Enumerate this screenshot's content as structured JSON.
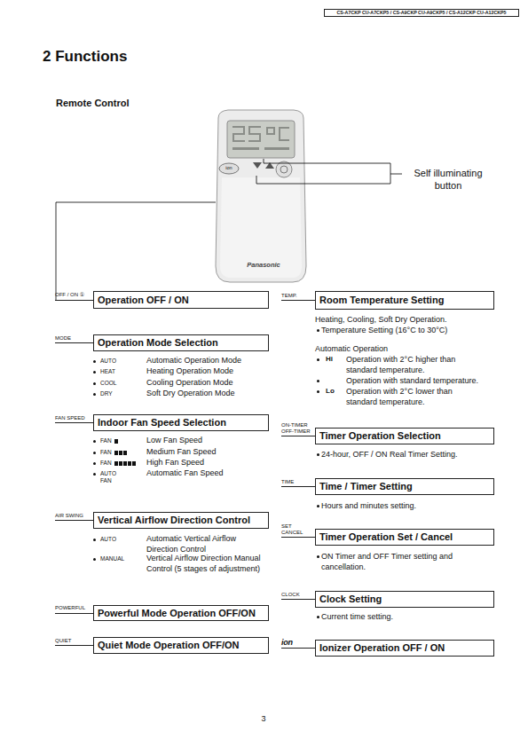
{
  "diagram": {
    "title": "2 Functions",
    "nodes": [
      {
        "text": [
          "CS-A7CKP CU-A7CKP5 / CS-A9CKP CU-A9CKP5 / CS-A12CKP CU-A12CKP5"
        ]
      },
      {
        "text": [
          "OFF / ON ①",
          "Operation OFF / ON"
        ]
      },
      {
        "text": [
          "MODE",
          "Operation Mode Selection"
        ]
      },
      {
        "text": [
          "FAN SPEED",
          "Indoor Fan Speed Selection"
        ]
      },
      {
        "text": [
          "AIR SWING",
          "Vertical Airflow Direction Control"
        ]
      },
      {
        "text": [
          "POWERFUL",
          "Powerful Mode Operation OFF/ON"
        ]
      },
      {
        "text": [
          "QUIET",
          "Quiet Mode Operation OFF/ON"
        ]
      },
      {
        "text": [
          "TEMP.",
          "Room Temperature Setting"
        ]
      },
      {
        "text": [
          "ON-TIMER OFF-TIMER",
          "Timer Operation Selection"
        ]
      },
      {
        "text": [
          "TIME",
          "Time / Timer Setting"
        ]
      },
      {
        "text": [
          "SET CANCEL",
          "Timer Operation Set / Cancel"
        ]
      },
      {
        "text": [
          "CLOCK",
          "Clock Setting"
        ]
      },
      {
        "text": [
          "ion",
          "Ionizer Operation OFF / ON"
        ]
      }
    ],
    "labels": [
      "Remote Control",
      "Self illuminating button",
      "Panasonic",
      "ion",
      "AUTO",
      "Automatic Operation Mode",
      "HEAT",
      "Heating Operation Mode",
      "COOL",
      "Cooling Operation Mode",
      "DRY",
      "Soft Dry Operation Mode",
      "FAN",
      "Low Fan Speed",
      "FAN",
      "Medium Fan Speed",
      "FAN",
      "High Fan Speed",
      "AUTO FAN",
      "Automatic Fan Speed",
      "AUTO",
      "Automatic Vertical Airflow Direction Control",
      "MANUAL",
      "Vertical Airflow Direction Manual Control (5 stages of adjustment)",
      "Heating, Cooling, Soft Dry Operation.",
      "Temperature Setting (16°C to 30°C)",
      "Automatic Operation",
      "Hi",
      "Operation with 2°C higher than standard temperature.",
      "Operation with standard temperature.",
      "Lo",
      "Operation with 2°C lower than standard temperature.",
      "24-hour, OFF / ON Real Timer Setting.",
      "Hours and minutes setting.",
      "ON Timer and OFF Timer setting and cancellation.",
      "Current time setting.",
      "3"
    ]
  }
}
